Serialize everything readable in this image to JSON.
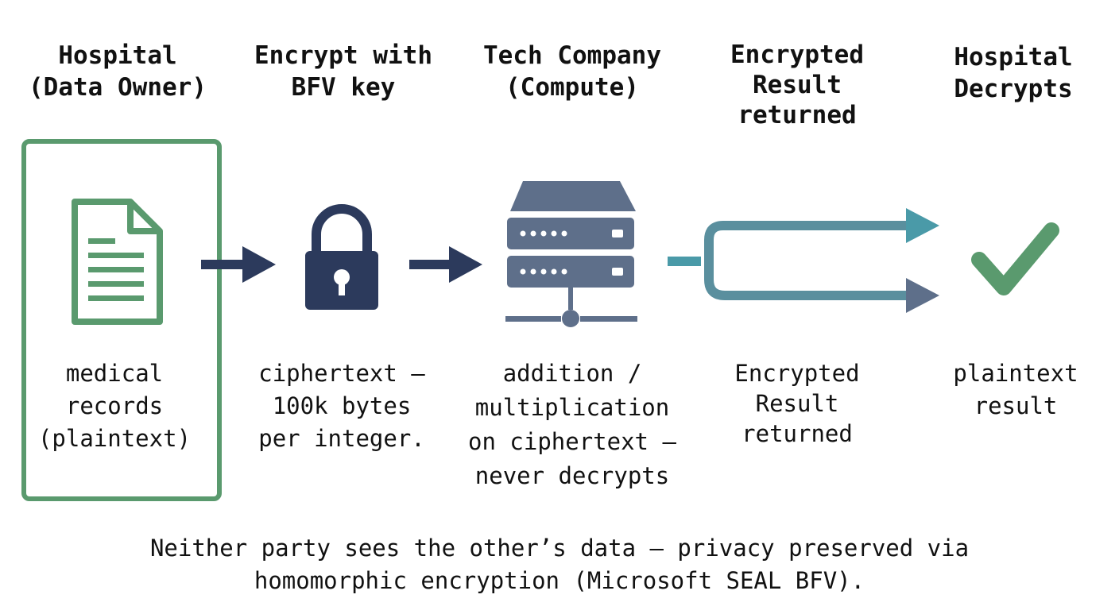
{
  "steps": [
    {
      "heading": [
        "Hospital",
        "(Data Owner)"
      ],
      "description": [
        "medical",
        "records",
        "(plaintext)"
      ],
      "icon": "document-icon"
    },
    {
      "heading": [
        "Encrypt with",
        "BFV key"
      ],
      "description": [
        "ciphertext –",
        "100k bytes",
        "per integer."
      ],
      "icon": "padlock-icon"
    },
    {
      "heading": [
        "Tech Company",
        "(Compute)"
      ],
      "description": [
        "addition /",
        "multiplication",
        "on ciphertext –",
        "never decrypts"
      ],
      "icon": "server-icon"
    },
    {
      "heading": [
        "Encrypted",
        "Result",
        "returned"
      ],
      "description": [
        "Encrypted",
        "Result",
        "returned"
      ],
      "icon": "split-arrow-icon"
    },
    {
      "heading": [
        "Hospital",
        "Decrypts"
      ],
      "description": [
        "plaintext",
        "result"
      ],
      "icon": "checkmark-icon"
    }
  ],
  "caption": [
    "Neither party sees the other’s data – privacy preserved via",
    "homomorphic encryption (Microsoft SEAL BFV)."
  ],
  "colors": {
    "green": "#5a9a6e",
    "navy": "#2c3a5c",
    "slate": "#5e6f8a",
    "teal": "#4a9aa8"
  }
}
